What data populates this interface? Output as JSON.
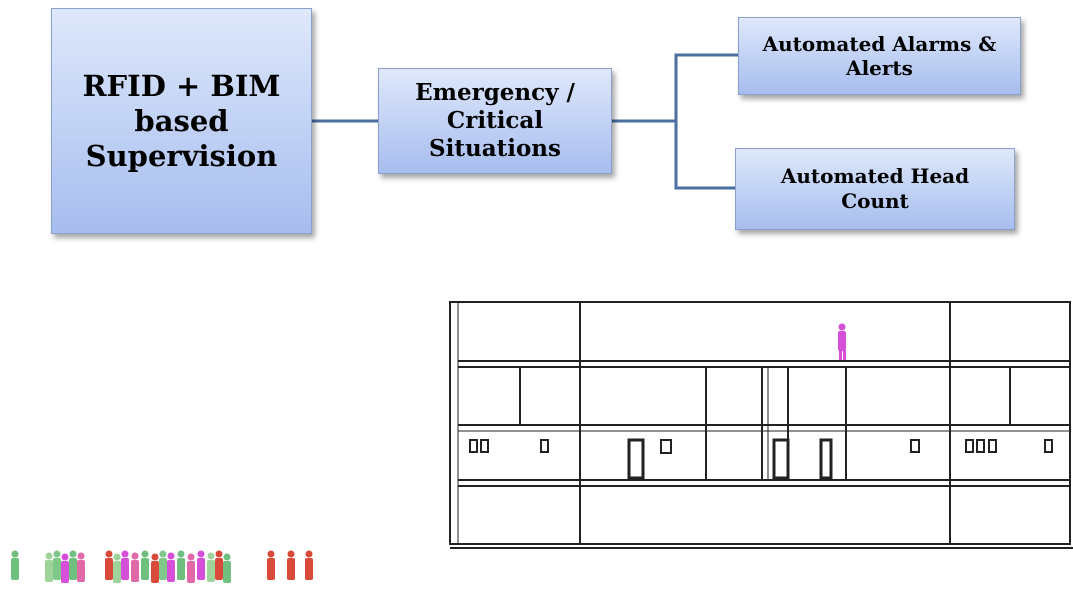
{
  "diagram": {
    "nodes": {
      "main": "RFID + BIM\nbased\nSupervision",
      "emergency": "Emergency /\nCritical\nSituations",
      "alarms": "Automated Alarms &\nAlerts",
      "headcount": "Automated Head\nCount"
    },
    "edges": [
      {
        "from": "main",
        "to": "emergency"
      },
      {
        "from": "emergency",
        "to": "alarms"
      },
      {
        "from": "emergency",
        "to": "headcount"
      }
    ]
  },
  "colors": {
    "connector": "#4a6fa0",
    "box_fill": "#c5d5f6",
    "plan_lines": "#222222",
    "figure_magenta": "#d64fd8",
    "figure_green": "#6fbf7f",
    "figure_red": "#d94a3a",
    "figure_pink": "#e06aa8"
  },
  "illustrations": {
    "floor_plan": "building-elevation-icon",
    "people_row": "people-silhouettes-icon"
  }
}
